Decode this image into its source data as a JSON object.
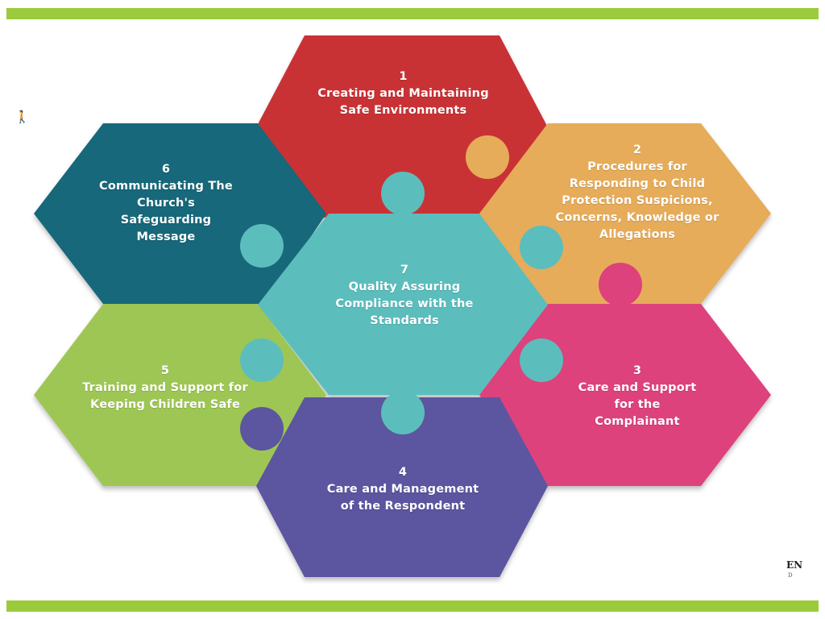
{
  "colors": {
    "bar": "#9bcb3c",
    "p1": "#c93236",
    "p2": "#e6ac5a",
    "p3": "#dd427c",
    "p4": "#5b55a0",
    "p5": "#9ec655",
    "p6": "#12687a",
    "p7": "#5cbdbd"
  },
  "pieces": [
    {
      "id": "p1",
      "number": "1",
      "title": "Creating and Maintaining Safe Environments"
    },
    {
      "id": "p2",
      "number": "2",
      "title": "Procedures for Responding to Child Protection Suspicions, Concerns, Knowledge or Allegations"
    },
    {
      "id": "p3",
      "number": "3",
      "title": "Care and Support for the Complainant"
    },
    {
      "id": "p4",
      "number": "4",
      "title": "Care and Management of the Respondent"
    },
    {
      "id": "p5",
      "number": "5",
      "title": "Training and Support for Keeping Children Safe"
    },
    {
      "id": "p6",
      "number": "6",
      "title": "Communicating The Church's Safeguarding Message"
    },
    {
      "id": "p7",
      "number": "7",
      "title": "Quality Assuring Compliance with the Standards"
    }
  ],
  "corner": {
    "text": "EN",
    "sub": "D"
  }
}
